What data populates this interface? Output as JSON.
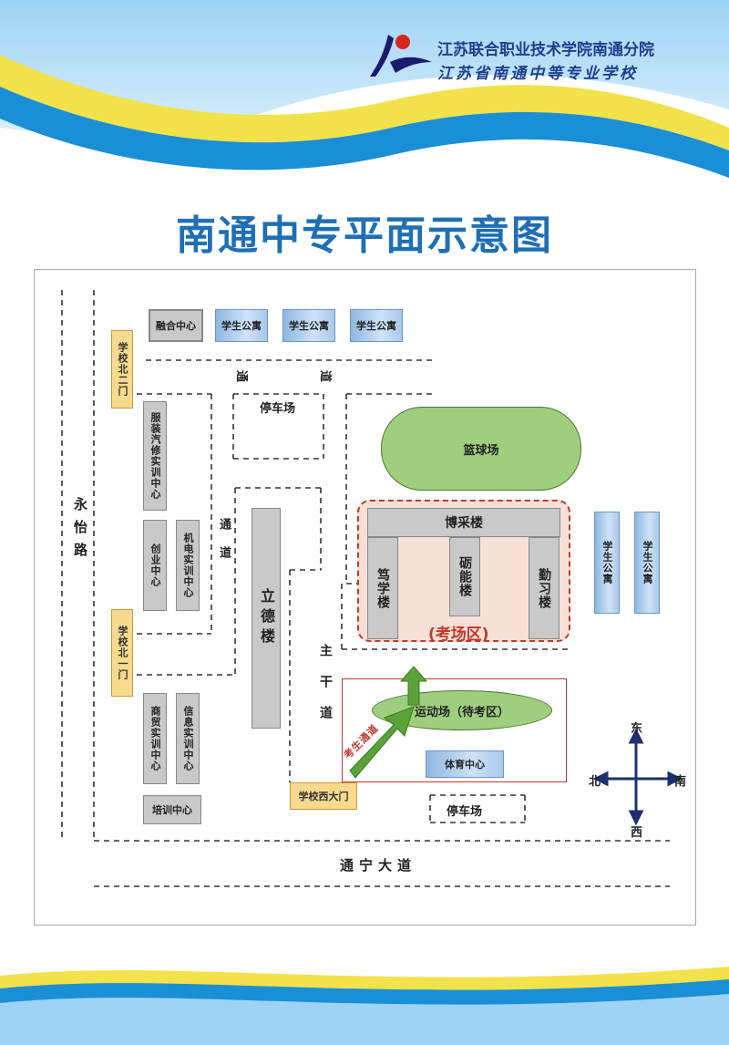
{
  "header": {
    "school_name_1": "江苏联合职业技术学院南通分院",
    "school_name_2": "江苏省南通中等专业学校"
  },
  "title": "南通中专平面示意图",
  "roads": {
    "yongyi": "永怡路",
    "tongning": "通宁大道",
    "main_road": "主干道",
    "passage_1": "通道",
    "passage_2": "通道",
    "passage_top_left": "通",
    "passage_top_right": "道"
  },
  "gates": {
    "north_2": "学校北二门",
    "north_1": "学校北一门",
    "west_main": "学校西大门"
  },
  "buildings": {
    "ronghe": "融合中心",
    "apt1": "学生公寓",
    "apt2": "学生公寓",
    "apt3": "学生公寓",
    "apt4": "学生公寓",
    "apt5": "学生公寓",
    "parking_top": "停车场",
    "parking_bottom": "停车场",
    "fuzhuang": "服装汽修实训中心",
    "chuangye": "创业中心",
    "jidian": "机电实训中心",
    "shangmao": "商贸实训中心",
    "xinxi": "信息实训中心",
    "peixun": "培训中心",
    "lide": "立德楼",
    "basketball": "篮球场",
    "bocai": "博采楼",
    "duxue": "笃学楼",
    "lineng": "砺能楼",
    "qinxi": "勤习楼",
    "sports_field": "运动场（待考区）",
    "gym": "体育中心"
  },
  "zones": {
    "exam_area": "(考场区)",
    "candidate_passage": "考生通道"
  },
  "compass": {
    "east": "东",
    "west": "西",
    "south": "南",
    "north": "北"
  },
  "colors": {
    "title_blue": "#1f6fb5",
    "exam_zone_border": "#c0392b",
    "exam_zone_fill": "#f9e0d6",
    "field_green": "#8fc46a",
    "arrow_green": "#5aa23a",
    "building_gray": "#c9c9c9",
    "gate_yellow": "#f8da8e"
  }
}
